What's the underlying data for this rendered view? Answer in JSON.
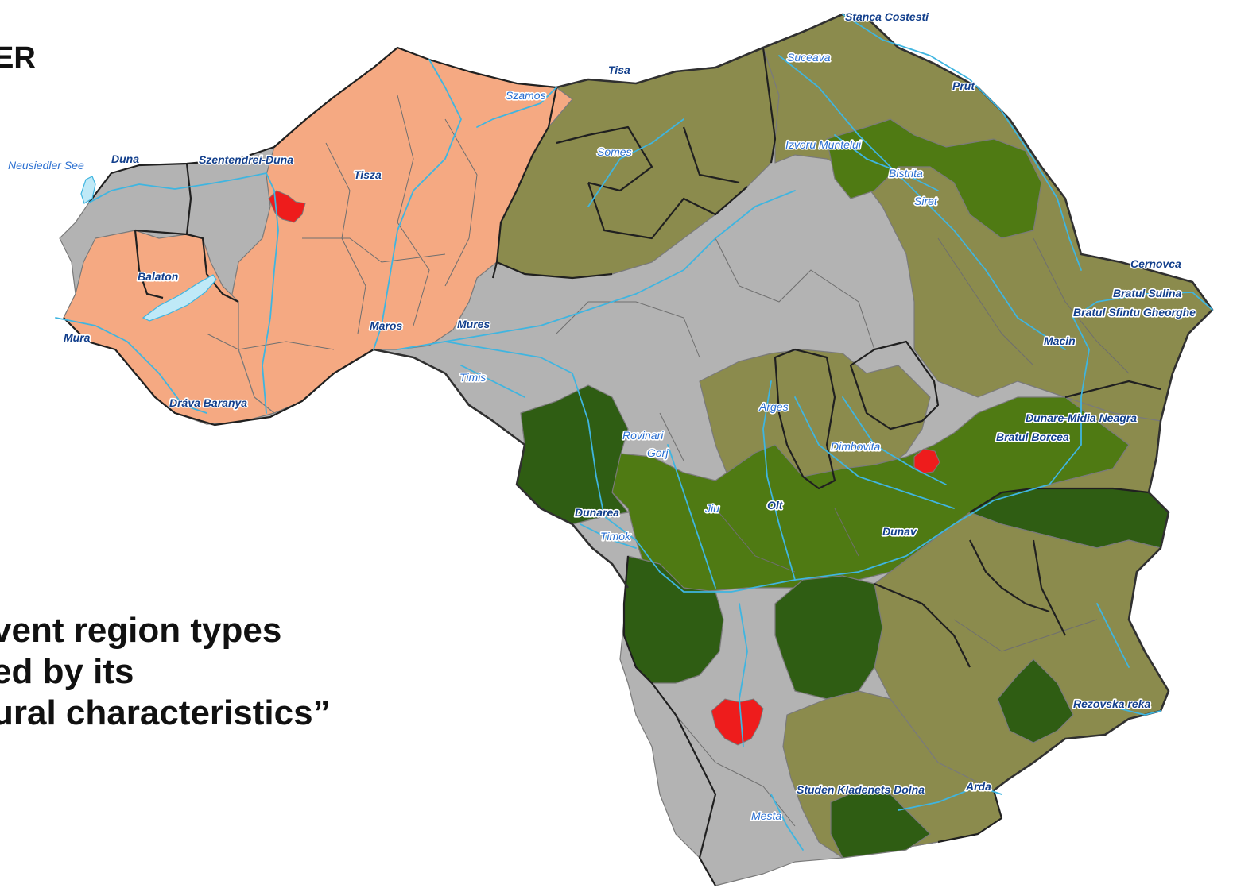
{
  "heading_fragment": "ER",
  "caption_lines": [
    "vent region types",
    "ed by its",
    "ural characteristics”"
  ],
  "colors": {
    "hungary": "#f5a982",
    "grey": "#b3b3b3",
    "olive": "#8b8b4d",
    "green_mid": "#4f7a13",
    "green_dark": "#2f5d13",
    "capital": "#ee1c1c",
    "water": "#3fb5e0",
    "label_text": "#123f8c"
  },
  "labels": {
    "stanca_costesti": "Stanca Costesti",
    "suceava": "Suceava",
    "tisa": "Tisa",
    "prut": "Prut",
    "szamos": "Szamos",
    "somes": "Somes",
    "izvoru_muntelui": "Izvoru Muntelui",
    "bistrita": "Bistrita",
    "siret": "Siret",
    "neusiedler_see": "Neusiedler See",
    "duna": "Duna",
    "szentendrei_duna": "Szentendrei-Duna",
    "tisza": "Tisza",
    "cernovca": "Cernovca",
    "bratul_sulina": "Bratul Sulina",
    "bratul_sfintu_gheorghe": "Bratul Sfintu Gheorghe",
    "balaton": "Balaton",
    "maros": "Maros",
    "mures": "Mures",
    "macin": "Macin",
    "mura": "Mura",
    "timis": "Timis",
    "drava_baranya": "Dráva Baranya",
    "arges": "Arges",
    "dunare_midia_neagra": "Dunare-Midia Neagra",
    "rovinari": "Rovinari",
    "gorj": "Gorj",
    "bratul_borcea": "Bratul Borcea",
    "dimbovita": "Dimbovita",
    "jiu": "Jiu",
    "olt": "Olt",
    "dunarea": "Dunarea",
    "timok": "Timok",
    "dunav": "Dunav",
    "rezovska_reka": "Rezovska reka",
    "studen_kladenets_dolna": "Studen Kladenets Dolna",
    "arda": "Arda",
    "mesta": "Mesta"
  }
}
